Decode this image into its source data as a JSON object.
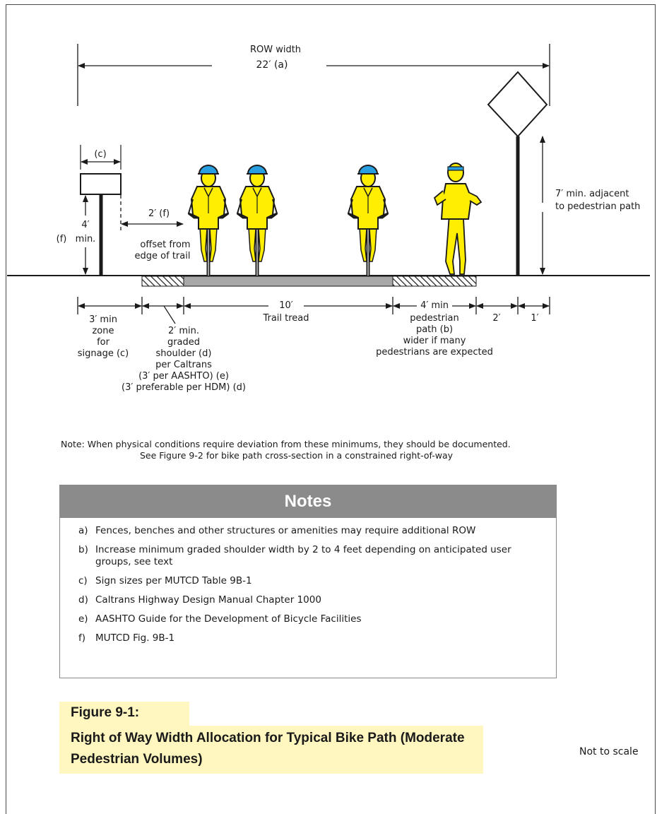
{
  "diagram": {
    "row_width_label": "ROW width",
    "row_width_value": "22′ (a)",
    "sign_width_label": "(c)",
    "sign_height_ft": "4′",
    "sign_height_f": "(f)",
    "sign_height_min": "min.",
    "offset_value": "2′ (f)",
    "offset_desc_1": "offset from",
    "offset_desc_2": "edge of trail",
    "post_height_1": "7′ min. adjacent",
    "post_height_2": "to pedestrian path",
    "dim_signage_zone": [
      "3′ min",
      "zone",
      "for",
      "signage (c)"
    ],
    "dim_shoulder": [
      "2′ min.",
      "graded",
      "shoulder (d)",
      "per Caltrans",
      "(3′ per AASHTO) (e)",
      "(3′ preferable per HDM) (d)"
    ],
    "dim_trail_value": "10′",
    "dim_trail_label": "Trail tread",
    "dim_ped_value": "4′ min",
    "dim_ped_desc": [
      "pedestrian",
      "path (b)",
      "wider if many",
      "pedestrians are expected"
    ],
    "dim_2ft": "2′",
    "dim_1ft": "1′"
  },
  "note": {
    "line1": "Note: When physical conditions require deviation from these minimums, they should be documented.",
    "line2": "See Figure 9-2 for bike path cross-section in a constrained right-of-way"
  },
  "notes": {
    "title": "Notes",
    "items": [
      {
        "key": "a)",
        "text": "Fences, benches and other structures or amenities may require additional ROW"
      },
      {
        "key": "b)",
        "text": "Increase minimum graded shoulder width by 2 to 4 feet depending on anticipated user groups, see text"
      },
      {
        "key": "c)",
        "text": "Sign sizes per MUTCD Table 9B-1"
      },
      {
        "key": "d)",
        "text": "Caltrans Highway Design Manual Chapter 1000"
      },
      {
        "key": "e)",
        "text": "AASHTO Guide for the Development of Bicycle Facilities"
      },
      {
        "key": "f)",
        "text": "MUTCD Fig. 9B-1"
      }
    ]
  },
  "figure": {
    "label": "Figure 9-1:",
    "title": "Right of Way Width Allocation for Typical Bike Path (Moderate Pedestrian Volumes)",
    "scale_note": "Not to scale"
  },
  "colors": {
    "rider_yellow": "#ffee00",
    "helmet_blue": "#2a9fe0",
    "tread_gray": "#a8a8a8",
    "box_header": "#8b8b8b",
    "figure_bg": "#fff7bf"
  }
}
